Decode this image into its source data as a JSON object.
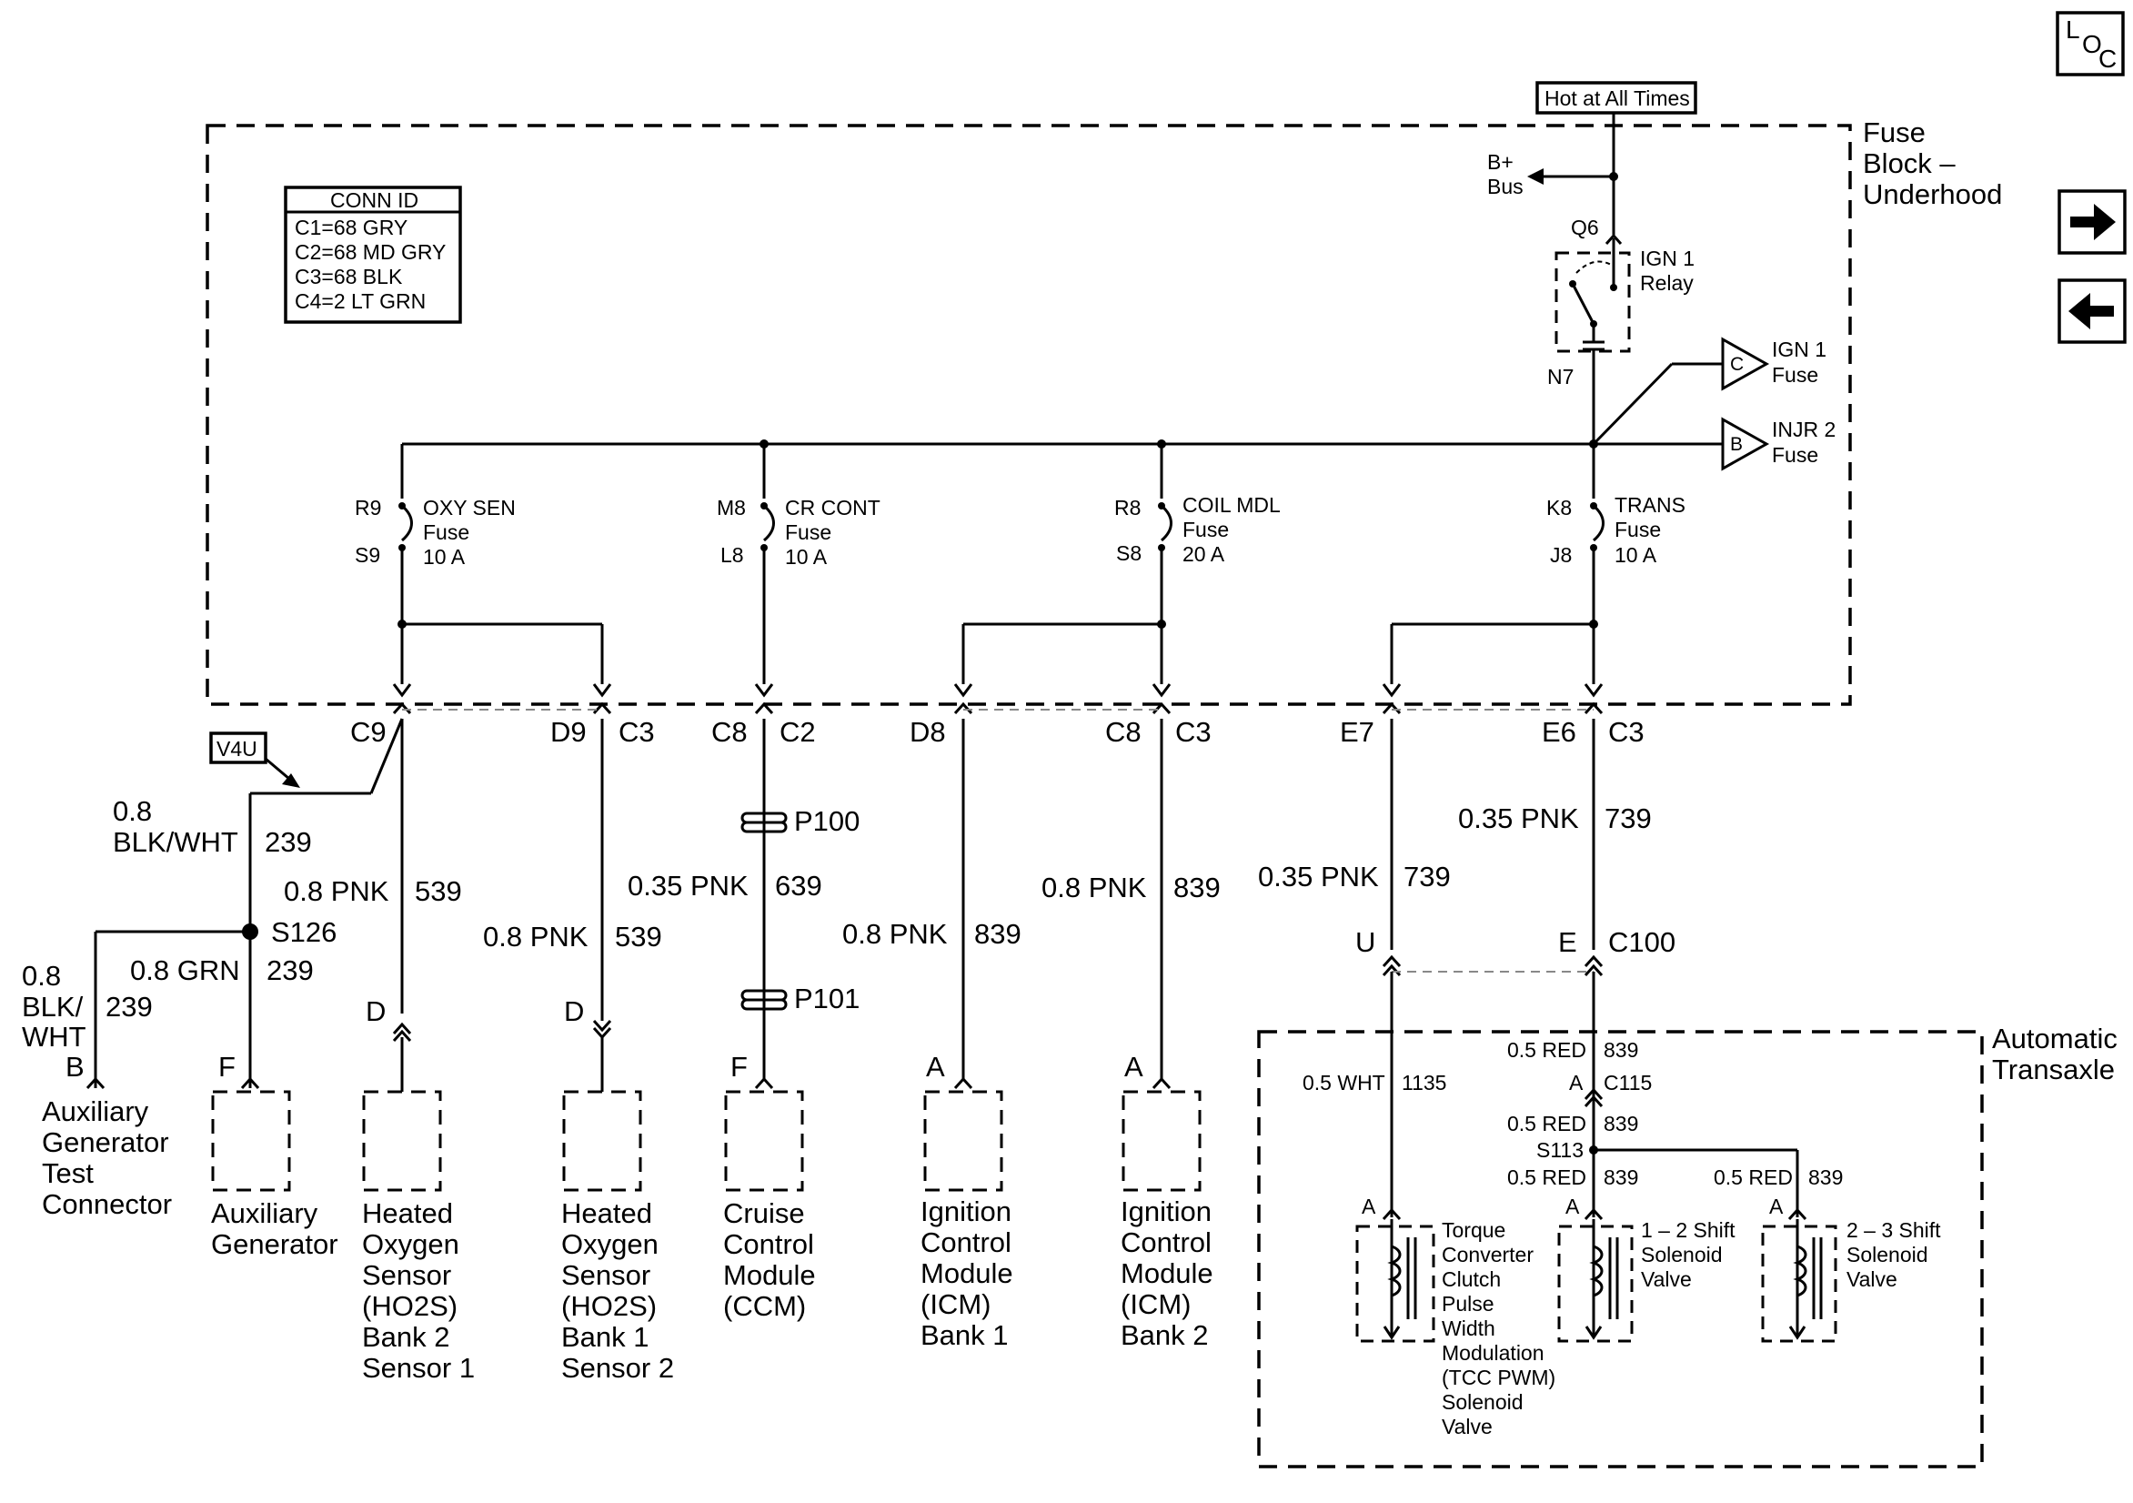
{
  "nav": {
    "loc_letters": [
      "L",
      "O",
      "C"
    ],
    "next_icon": "arrow-right-icon",
    "prev_icon": "arrow-left-icon"
  },
  "fuse_block": {
    "title_lines": [
      "Fuse",
      "Block –",
      "Underhood"
    ],
    "hot_at_all_times": "Hot at All Times",
    "bplus_bus": [
      "B+",
      "Bus"
    ],
    "relay": {
      "pin_top": "Q6",
      "pin_bottom": "N7",
      "name_lines": [
        "IGN 1",
        "Relay"
      ]
    },
    "refs": [
      {
        "letter": "C",
        "lines": [
          "IGN 1",
          "Fuse"
        ]
      },
      {
        "letter": "B",
        "lines": [
          "INJR 2",
          "Fuse"
        ]
      }
    ],
    "conn_id": {
      "header": "CONN ID",
      "rows": [
        "C1=68 GRY",
        "C2=68 MD GRY",
        "C3=68 BLK",
        "C4=2 LT GRN"
      ]
    },
    "fuses": [
      {
        "pin_top": "R9",
        "pin_bottom": "S9",
        "name": "OXY SEN",
        "word": "Fuse",
        "rating": "10 A"
      },
      {
        "pin_top": "M8",
        "pin_bottom": "L8",
        "name": "CR CONT",
        "word": "Fuse",
        "rating": "10 A"
      },
      {
        "pin_top": "R8",
        "pin_bottom": "S8",
        "name": "COIL MDL",
        "word": "Fuse",
        "rating": "20 A"
      },
      {
        "pin_top": "K8",
        "pin_bottom": "J8",
        "name": "TRANS",
        "word": "Fuse",
        "rating": "10 A"
      }
    ]
  },
  "connectors": {
    "c9": "C9",
    "d9": "D9",
    "c3a": "C3",
    "c8a": "C8",
    "c2": "C2",
    "d8": "D8",
    "c8b": "C8",
    "c3b": "C3",
    "e7": "E7",
    "e6": "E6",
    "c3c": "C3"
  },
  "option_tag": "V4U",
  "wires": {
    "w239_top": [
      "0.8",
      "BLK/WHT",
      "239"
    ],
    "pnk539_a": [
      "0.8 PNK",
      "539"
    ],
    "pnk539_b": [
      "0.8 PNK",
      "539"
    ],
    "pnk639": [
      "0.35 PNK",
      "639"
    ],
    "pnk839_a": [
      "0.8 PNK",
      "839"
    ],
    "pnk839_b": [
      "0.8 PNK",
      "839"
    ],
    "pnk739_a": [
      "0.35 PNK",
      "739"
    ],
    "pnk739_b": [
      "0.35 PNK",
      "739"
    ],
    "grn239": [
      "0.8 GRN",
      "239"
    ],
    "blkwht239_left": [
      "0.8",
      "BLK/",
      "WHT",
      "239"
    ]
  },
  "splices": {
    "s126": "S126",
    "p100": "P100",
    "p101": "P101",
    "s113": "S113"
  },
  "c100": {
    "name": "C100",
    "pin_u": "U",
    "pin_e": "E"
  },
  "components": [
    {
      "pin": "B",
      "lines": [
        "Auxiliary",
        "Generator",
        "Test",
        "Connector"
      ]
    },
    {
      "pin": "F",
      "lines": [
        "Auxiliary",
        "Generator"
      ]
    },
    {
      "pin": "D",
      "lines": [
        "Heated",
        "Oxygen",
        "Sensor",
        "(HO2S)",
        "Bank 2",
        "Sensor 1"
      ]
    },
    {
      "pin": "D",
      "lines": [
        "Heated",
        "Oxygen",
        "Sensor",
        "(HO2S)",
        "Bank 1",
        "Sensor 2"
      ]
    },
    {
      "pin": "F",
      "lines": [
        "Cruise",
        "Control",
        "Module",
        "(CCM)"
      ]
    },
    {
      "pin": "A",
      "lines": [
        "Ignition",
        "Control",
        "Module",
        "(ICM)",
        "Bank 1"
      ]
    },
    {
      "pin": "A",
      "lines": [
        "Ignition",
        "Control",
        "Module",
        "(ICM)",
        "Bank 2"
      ]
    }
  ],
  "transaxle": {
    "title_lines": [
      "Automatic",
      "Transaxle"
    ],
    "red839_top": [
      "0.5 RED",
      "839"
    ],
    "wht1135": [
      "0.5 WHT",
      "1135"
    ],
    "c115": {
      "pin": "A",
      "name": "C115"
    },
    "red839_mid": [
      "0.5 RED",
      "839"
    ],
    "red839_left": [
      "0.5 RED",
      "839"
    ],
    "red839_right": [
      "0.5 RED",
      "839"
    ],
    "solenoids": [
      {
        "pin": "A",
        "lines": [
          "Torque",
          "Converter",
          "Clutch",
          "Pulse",
          "Width",
          "Modulation",
          "(TCC PWM)",
          "Solenoid",
          "Valve"
        ]
      },
      {
        "pin": "A",
        "lines": [
          "1 – 2 Shift",
          "Solenoid",
          "Valve"
        ]
      },
      {
        "pin": "A",
        "lines": [
          "2 – 3 Shift",
          "Solenoid",
          "Valve"
        ]
      }
    ]
  }
}
